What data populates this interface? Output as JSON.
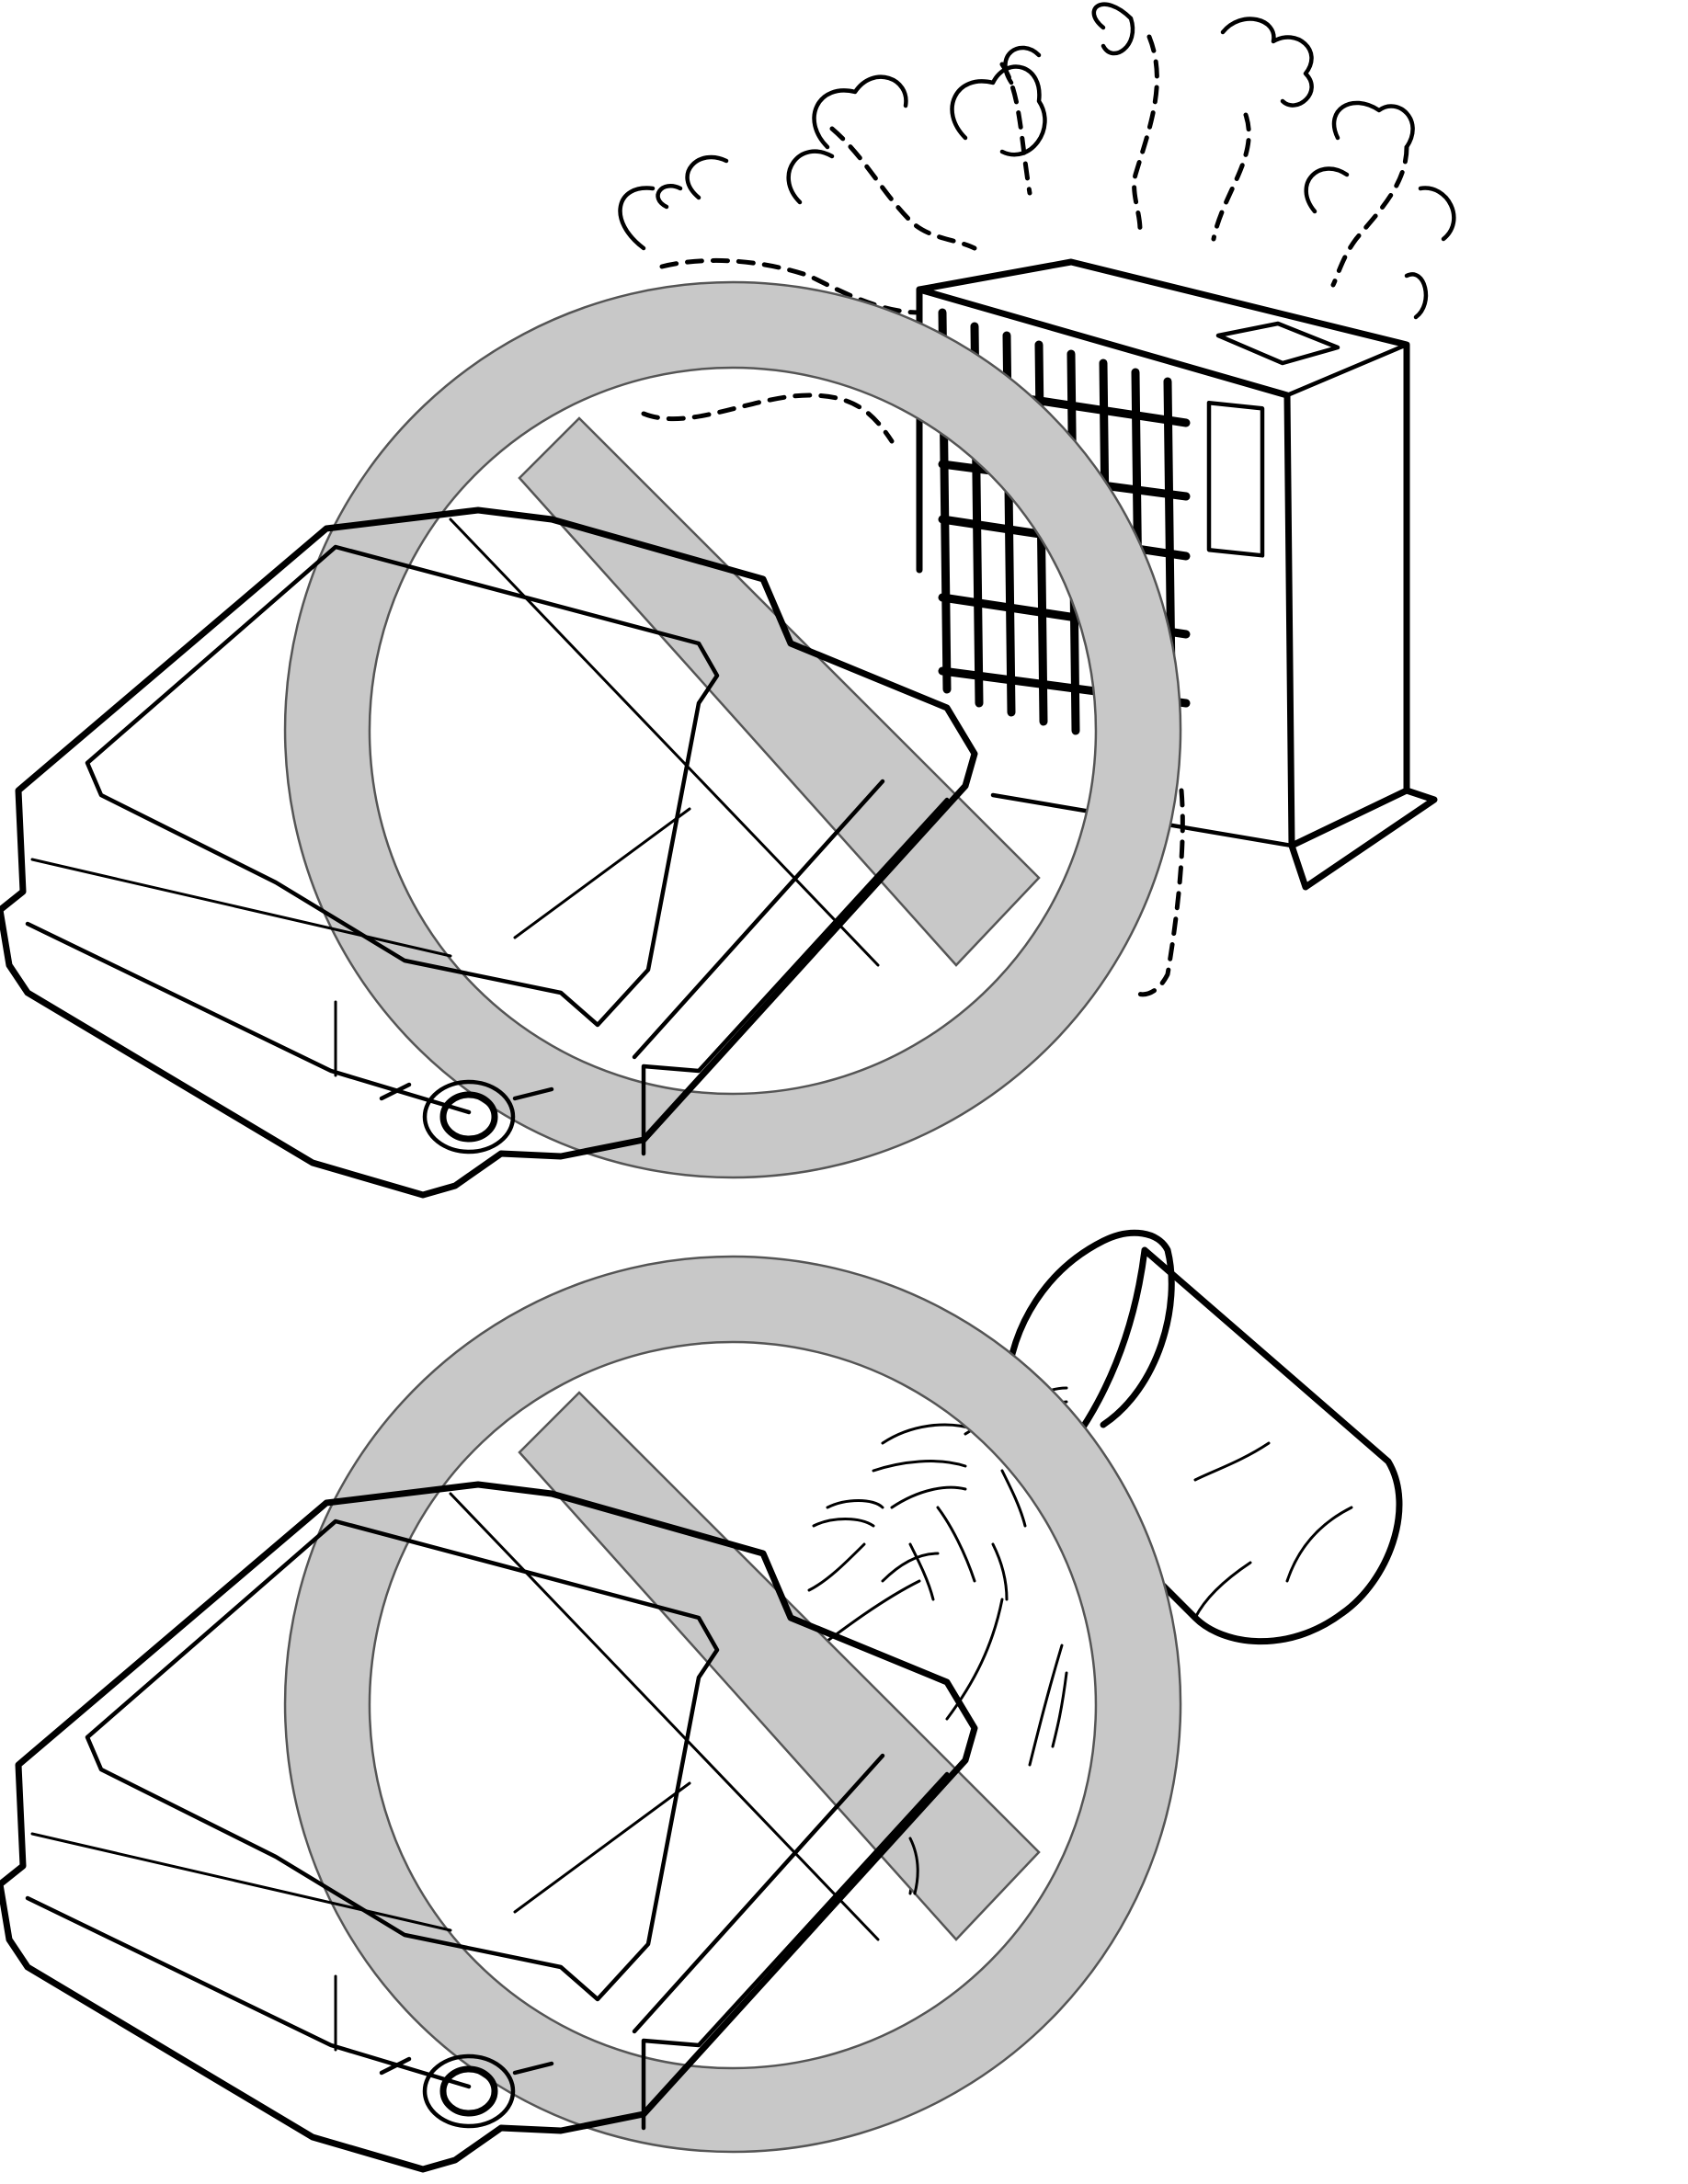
{
  "figures": [
    {
      "hazard": "heat-source",
      "subject": "control-module",
      "prohibited": true
    },
    {
      "hazard": "liquid-spill",
      "subject": "control-module",
      "prohibited": true
    }
  ],
  "colors": {
    "line": "#000000",
    "prohibition_symbol": "#c8c8c8",
    "background": "#ffffff"
  },
  "icons": [
    "prohibition-symbol",
    "heater-icon",
    "cup-icon",
    "control-module-icon"
  ]
}
